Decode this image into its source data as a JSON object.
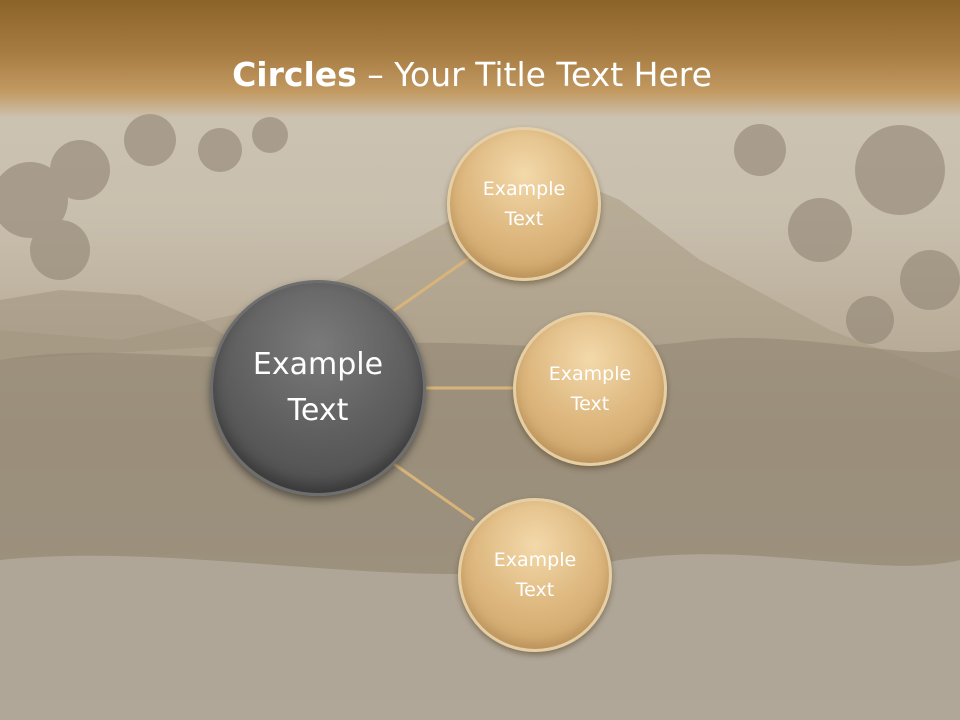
{
  "title": {
    "bold": "Circles",
    "rest": " – Your Title Text Here"
  },
  "center": {
    "label": "Example\nText"
  },
  "nodes": [
    {
      "label": "Example\nText"
    },
    {
      "label": "Example\nText"
    },
    {
      "label": "Example\nText"
    }
  ],
  "colors": {
    "header": "#9a7236",
    "center_circle": "#5c5c5c",
    "node_circle": "#ddb77e",
    "connector": "#d9b47a"
  }
}
